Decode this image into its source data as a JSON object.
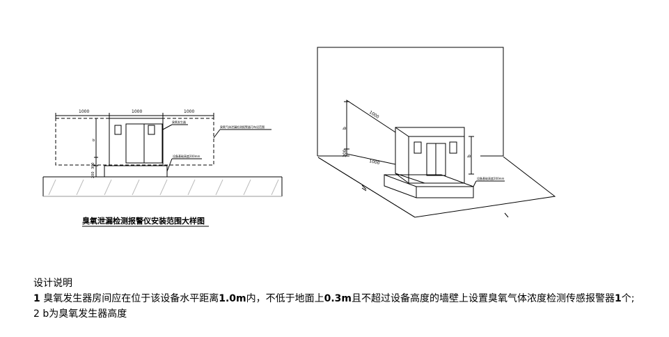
{
  "elevation": {
    "dims_top": [
      "1000",
      "1000",
      "1000"
    ],
    "label_generator": "臭氧发生器",
    "label_range": "臭氧气体泄漏检测报警器可布设范围",
    "label_height": "设备基础高度200mm",
    "dim_b": "b",
    "dim_300": "300",
    "dim_200": "200",
    "caption": "臭氧泄漏检测报警仪安装范围大样图"
  },
  "isometric": {
    "dim_1000_top": "1000",
    "dim_1000_bottom": "1000",
    "dim_b_left": "b",
    "dim_300": "300",
    "dim_b_right": "b",
    "label_height": "设备基础高度200mm"
  },
  "notes": {
    "title": "设计说明",
    "line1_num": "1",
    "line1_a": "臭氧发生器房间应在位于该设备水平距离",
    "line1_b": "1.0m",
    "line1_c": "内，不低于地面上",
    "line1_d": "0.3m",
    "line1_e": "且不超过设备高度的墙壁上设置臭氧气体浓度检测传感报警器",
    "line1_f": "1",
    "line1_g": "个;",
    "line2": "2 b为臭氧发生器高度"
  }
}
